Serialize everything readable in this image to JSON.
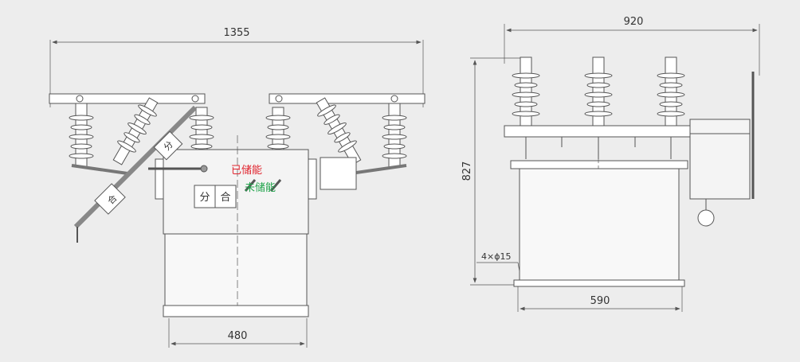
{
  "dimensions": {
    "front_width": "1355",
    "front_base": "480",
    "side_width": "920",
    "side_height": "827",
    "side_base": "590",
    "mount_holes": "4×ϕ15"
  },
  "labels": {
    "charged": "已储能",
    "uncharged": "未储能",
    "open": "分",
    "close": "合"
  },
  "colors": {
    "background": "#ededed",
    "line": "#555555",
    "charged_text": "#e0232d",
    "uncharged_text": "#1fa34a"
  }
}
